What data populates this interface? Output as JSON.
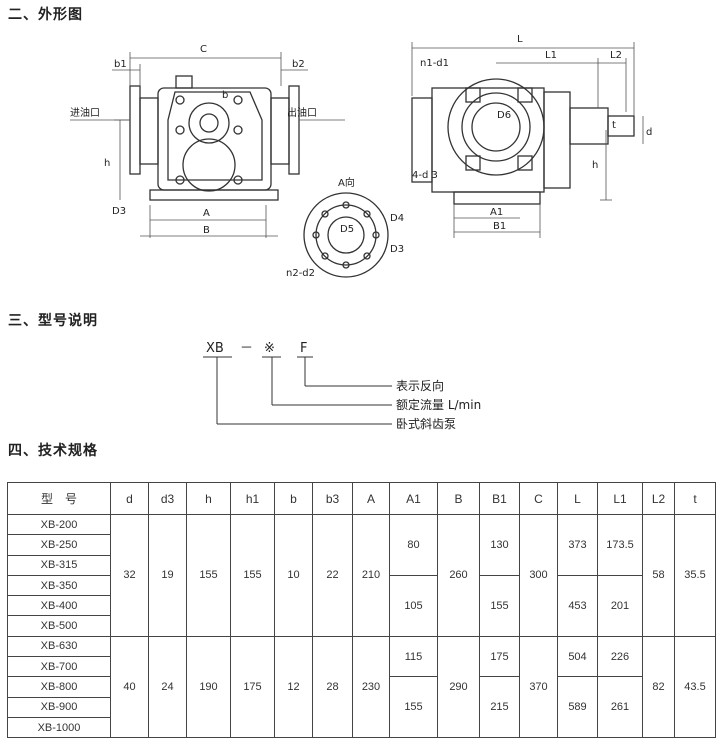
{
  "sections": {
    "appearance": "二、外形图",
    "model": "三、型号说明",
    "specs": "四、技术规格"
  },
  "drawing_labels": {
    "C": "C",
    "b1": "b1",
    "b2": "b2",
    "b": "b",
    "inlet": "进油口",
    "outlet": "出油口",
    "h": "h",
    "D3": "D3",
    "A": "A",
    "B": "B",
    "a_view": "A向",
    "D4": "D4",
    "D3_flange": "D3",
    "D5": "D5",
    "n2d2": "n2-d2",
    "L": "L",
    "L1": "L1",
    "L2": "L2",
    "n1d1": "n1-d1",
    "D6": "D6",
    "t": "t",
    "d": "d",
    "h_side": "h",
    "fourd3": "4-d 3",
    "A1": "A1",
    "B1": "B1"
  },
  "model_code": {
    "xb": "XB",
    "dash": "－",
    "star": "※",
    "f": "F",
    "meanings": [
      "表示反向",
      "额定流量 L/min",
      "卧式斜齿泵"
    ]
  },
  "table": {
    "headers": [
      "型　号",
      "d",
      "d3",
      "h",
      "h1",
      "b",
      "b3",
      "A",
      "A1",
      "B",
      "B1",
      "C",
      "L",
      "L1",
      "L2",
      "t"
    ],
    "models": [
      "XB-200",
      "XB-250",
      "XB-315",
      "XB-350",
      "XB-400",
      "XB-500",
      "XB-630",
      "XB-700",
      "XB-800",
      "XB-900",
      "XB-1000"
    ],
    "g1": {
      "d": "32",
      "d3": "19",
      "h": "155",
      "h1": "155",
      "b": "10",
      "b3": "22",
      "A": "210",
      "A1_a": "80",
      "A1_b": "105",
      "B": "260",
      "B1_a": "130",
      "B1_b": "155",
      "C": "300",
      "L_a": "373",
      "L_b": "453",
      "L1_a": "173.5",
      "L1_b": "201",
      "L2": "58",
      "t": "35.5"
    },
    "g2": {
      "d": "40",
      "d3": "24",
      "h": "190",
      "h1": "175",
      "b": "12",
      "b3": "28",
      "A": "230",
      "A1_a": "115",
      "A1_b": "155",
      "B": "290",
      "B1_a": "175",
      "B1_b": "215",
      "C": "370",
      "L_a": "504",
      "L_b": "589",
      "L1_a": "226",
      "L1_b": "261",
      "L2": "82",
      "t": "43.5"
    }
  }
}
